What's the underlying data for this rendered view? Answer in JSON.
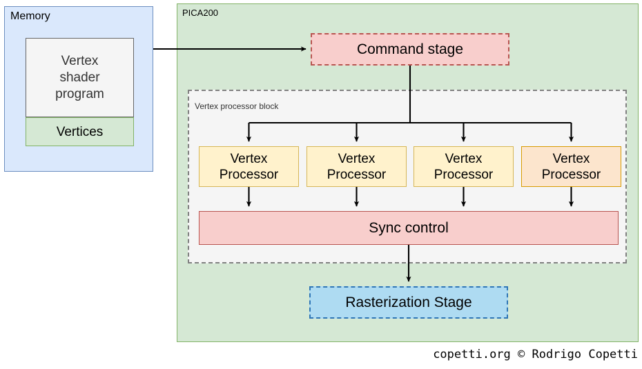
{
  "diagram": {
    "memory": {
      "label": "Memory",
      "shader_program": "Vertex\nshader\nprogram",
      "shader_program_lines": [
        "Vertex",
        "shader",
        "program"
      ],
      "vertices": "Vertices",
      "fill": "#dae8fc",
      "stroke": "#6c8ebf"
    },
    "pica": {
      "label": "PICA200",
      "fill": "#d5e8d4",
      "stroke": "#82b366"
    },
    "command_stage": {
      "label": "Command stage",
      "fill": "#f8cecc",
      "stroke": "#b85450",
      "border_style": "dashed"
    },
    "vertex_processor_block": {
      "label": "Vertex processor block",
      "fill": "#f5f5f5",
      "stroke": "#808080",
      "border_style": "dashed",
      "processors": [
        {
          "line1": "Vertex",
          "line2": "Processor",
          "fill": "#fff2cc",
          "stroke": "#d6b656",
          "highlighted": false
        },
        {
          "line1": "Vertex",
          "line2": "Processor",
          "fill": "#fff2cc",
          "stroke": "#d6b656",
          "highlighted": false
        },
        {
          "line1": "Vertex",
          "line2": "Processor",
          "fill": "#fff2cc",
          "stroke": "#d6b656",
          "highlighted": false
        },
        {
          "line1": "Vertex",
          "line2": "Processor",
          "fill": "#fce5cd",
          "stroke": "#d79b00",
          "highlighted": true
        }
      ]
    },
    "sync_control": {
      "label": "Sync control",
      "fill": "#f8cecc",
      "stroke": "#b85450",
      "border_style": "solid"
    },
    "rasterization_stage": {
      "label": "Rasterization Stage",
      "fill": "#aedbf2",
      "stroke": "#2e75b6",
      "border_style": "dashed"
    },
    "vertices_box": {
      "fill": "#d5e8d4",
      "stroke": "#82b366"
    },
    "shader_box": {
      "fill": "#f5f5f5",
      "stroke": "#666666"
    }
  },
  "footer": {
    "credit": "copetti.org © Rodrigo Copetti"
  }
}
